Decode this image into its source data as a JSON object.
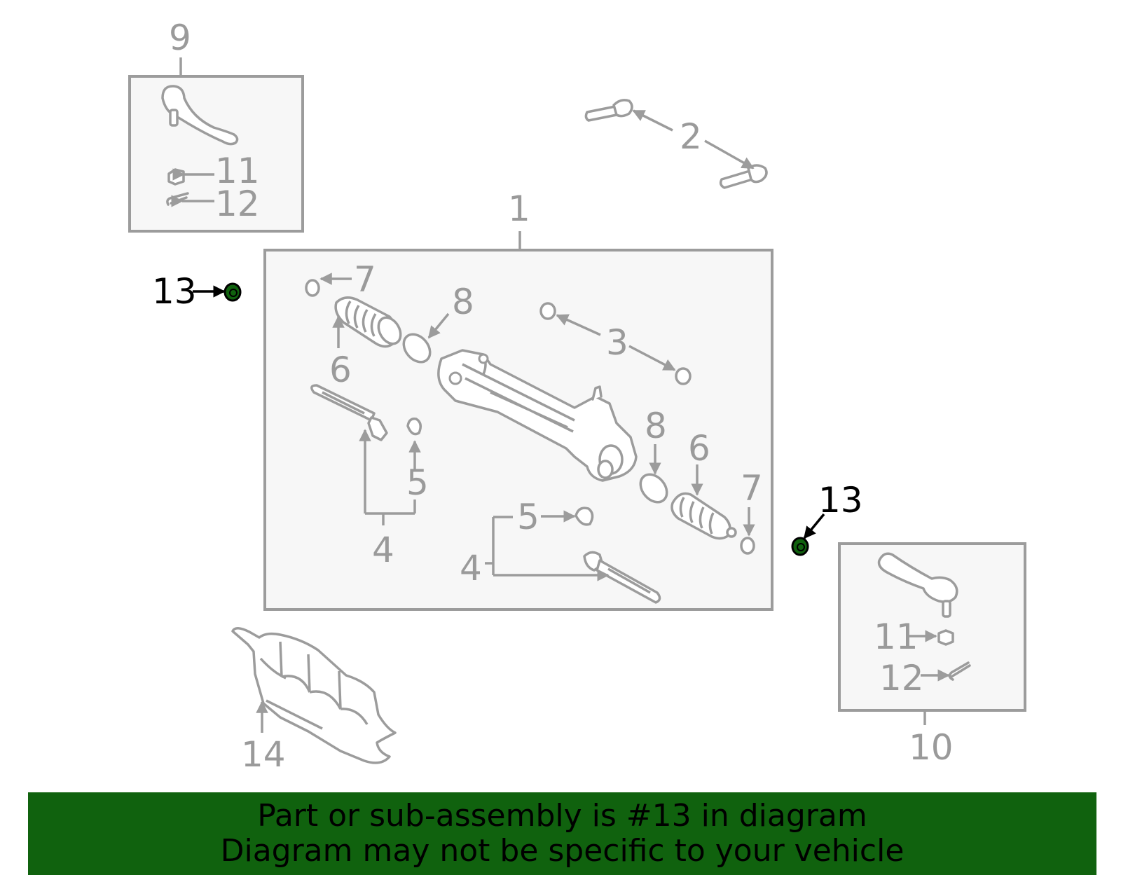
{
  "callouts": {
    "c1": "1",
    "c2": "2",
    "c3": "3",
    "c4a": "4",
    "c4b": "4",
    "c5a": "5",
    "c5b": "5",
    "c6a": "6",
    "c6b": "6",
    "c7a": "7",
    "c7b": "7",
    "c8a": "8",
    "c8b": "8",
    "c9": "9",
    "c10": "10",
    "c11a": "11",
    "c11b": "11",
    "c12a": "12",
    "c12b": "12",
    "c13a": "13",
    "c13b": "13",
    "c14": "14"
  },
  "highlight": {
    "part_number": "13",
    "color": "#10620e"
  },
  "colors": {
    "line": "#9c9c9c",
    "box_fill": "#f7f7f7",
    "banner": "#10620e"
  },
  "banner": {
    "line1": "Part or sub-assembly is #13 in diagram",
    "line2": "Diagram may not be specific to your vehicle"
  }
}
